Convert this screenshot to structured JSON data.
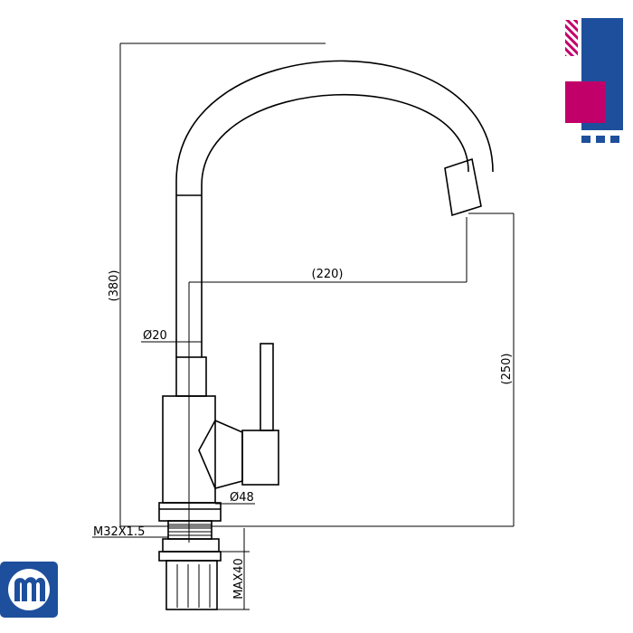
{
  "dimensions": {
    "overall_height": "(380)",
    "reach": "(220)",
    "spout_clearance": "(250)",
    "pipe_diameter": "Ø20",
    "body_diameter": "Ø48",
    "thread": "M32X1.5",
    "max_thickness": "MAX40"
  },
  "colors": {
    "line": "#000000",
    "brand_blue": "#1e4f9c",
    "brand_magenta": "#c2006a",
    "logo_bg": "#1e4f9c"
  },
  "icons": {
    "logo": "m-logo-icon",
    "brand": "brand-mark-icon"
  }
}
